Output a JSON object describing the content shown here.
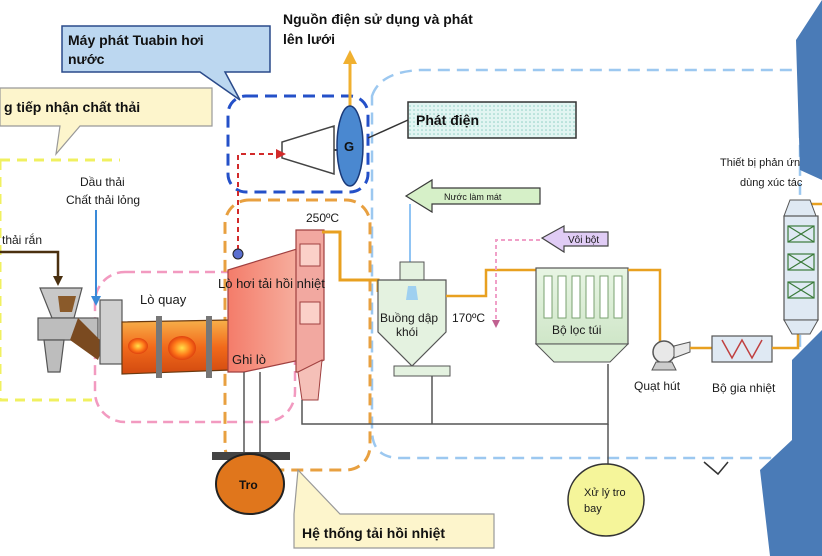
{
  "labels": {
    "power_output": "Nguồn điện sử dụng và phát",
    "power_output_2": "lên lưới",
    "turbine": "Máy phát Tuabin hơi",
    "turbine_2": "nước",
    "waste_reception": "g tiếp nhận chất thải",
    "generator_label": "Phát điện",
    "generator_symbol": "G",
    "waste_oil": "Dầu thải",
    "liquid_waste": "Chất thải lỏng",
    "solid_waste": "thải rắn",
    "rotary_kiln": "Lò quay",
    "heat_recovery_boiler": "Lò hơi tải hồi nhiệt",
    "grate": "Ghi lò",
    "temp_250": "250ºC",
    "cooling_water": "Nước làm mát",
    "quench_chamber": "Buồng dập",
    "quench_chamber_2": "khói",
    "temp_170": "170ºC",
    "lime_powder": "Vôi bột",
    "bag_filter": "Bộ lọc túi",
    "fan": "Quạt hút",
    "heater": "Bộ gia nhiệt",
    "catalytic_reactor": "Thiết bị phản ứn",
    "catalytic_reactor_2": "dùng xúc tác",
    "ash": "Tro",
    "fly_ash": "Xử lý tro",
    "fly_ash_2": "bay",
    "heat_recovery_system": "Hệ thống tải hồi nhiệt"
  },
  "colors": {
    "fire_orange": "#f26a1b",
    "boiler_pink": "#f08a8a",
    "ash_orange": "#e0761c",
    "fly_ash_yellow": "#f5f59a",
    "callout_blue": "#bcd7f0",
    "callout_cream": "#fdf5cc",
    "callout_mint": "#d9f2ee",
    "right_blue": "#4a7bb7",
    "steam_dash": "#1e50b4",
    "hot_pipe": "#e8a020"
  }
}
